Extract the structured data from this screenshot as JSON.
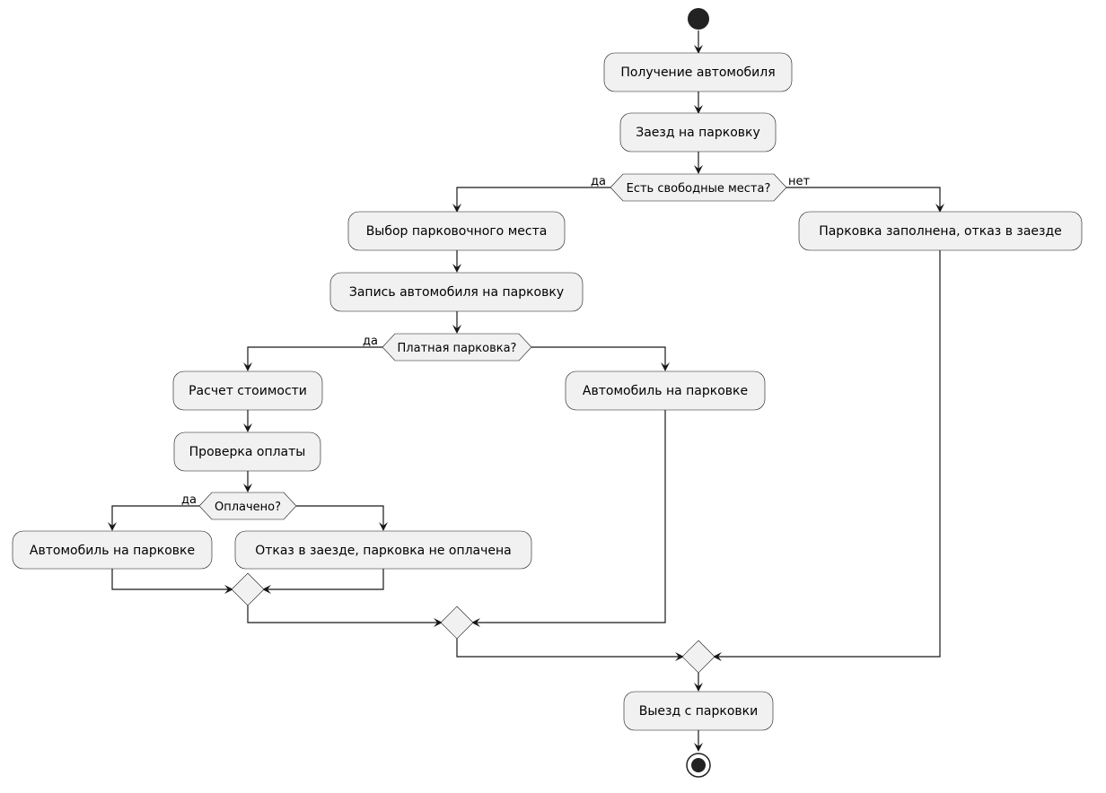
{
  "actions": {
    "receive_car": "Получение автомобиля",
    "enter_parking": "Заезд на парковку",
    "choose_spot": "Выбор парковочного места",
    "register_car": "Запись автомобиля на парковку",
    "calc_cost": "Расчет стоимости",
    "check_payment": "Проверка оплаты",
    "car_parked_paid": "Автомобиль на парковке",
    "denied_unpaid": "Отказ в заезде, парковка не оплачена",
    "car_parked_free": "Автомобиль на парковке",
    "parking_full": "Парковка заполнена, отказ в заезде",
    "exit_parking": "Выезд с парковки"
  },
  "decisions": {
    "free_spots": "Есть свободные места?",
    "paid_parking": "Платная парковка?",
    "paid": "Оплачено?"
  },
  "branch_labels": {
    "free_spots_yes": "да",
    "free_spots_no": "нет",
    "paid_parking_yes": "да",
    "paid_yes": "да"
  },
  "colors": {
    "node_fill": "#f1f1f1",
    "stroke": "#181818",
    "start_end": "#222222"
  }
}
